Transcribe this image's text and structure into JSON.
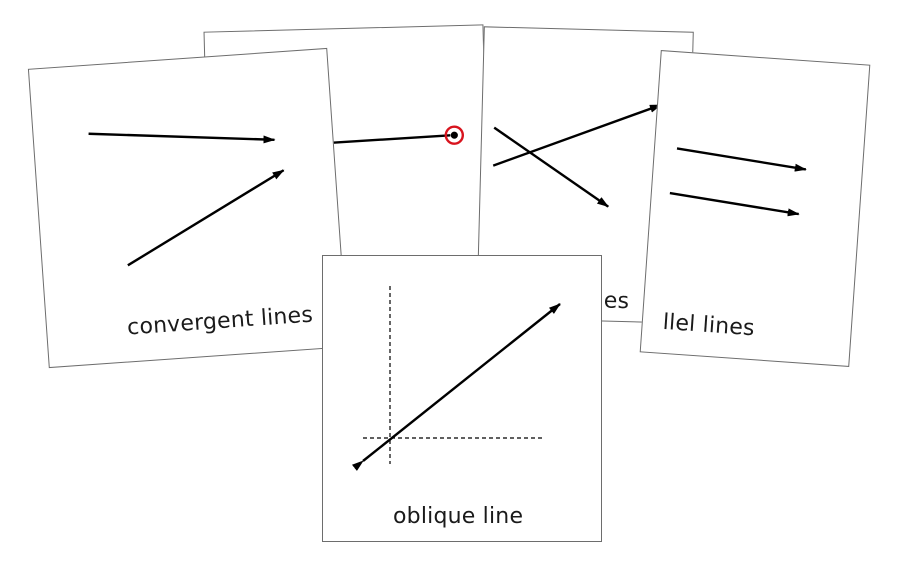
{
  "cards": {
    "point": {
      "caption": ""
    },
    "intersecting": {
      "caption": "nes"
    },
    "parallel": {
      "caption": "llel lines"
    },
    "convergent": {
      "caption": "convergent lines"
    },
    "oblique": {
      "caption": "oblique line"
    }
  },
  "colors": {
    "line": "#000000",
    "marker": "#d8141e",
    "border": "#6d6d6d",
    "background": "#ffffff"
  }
}
